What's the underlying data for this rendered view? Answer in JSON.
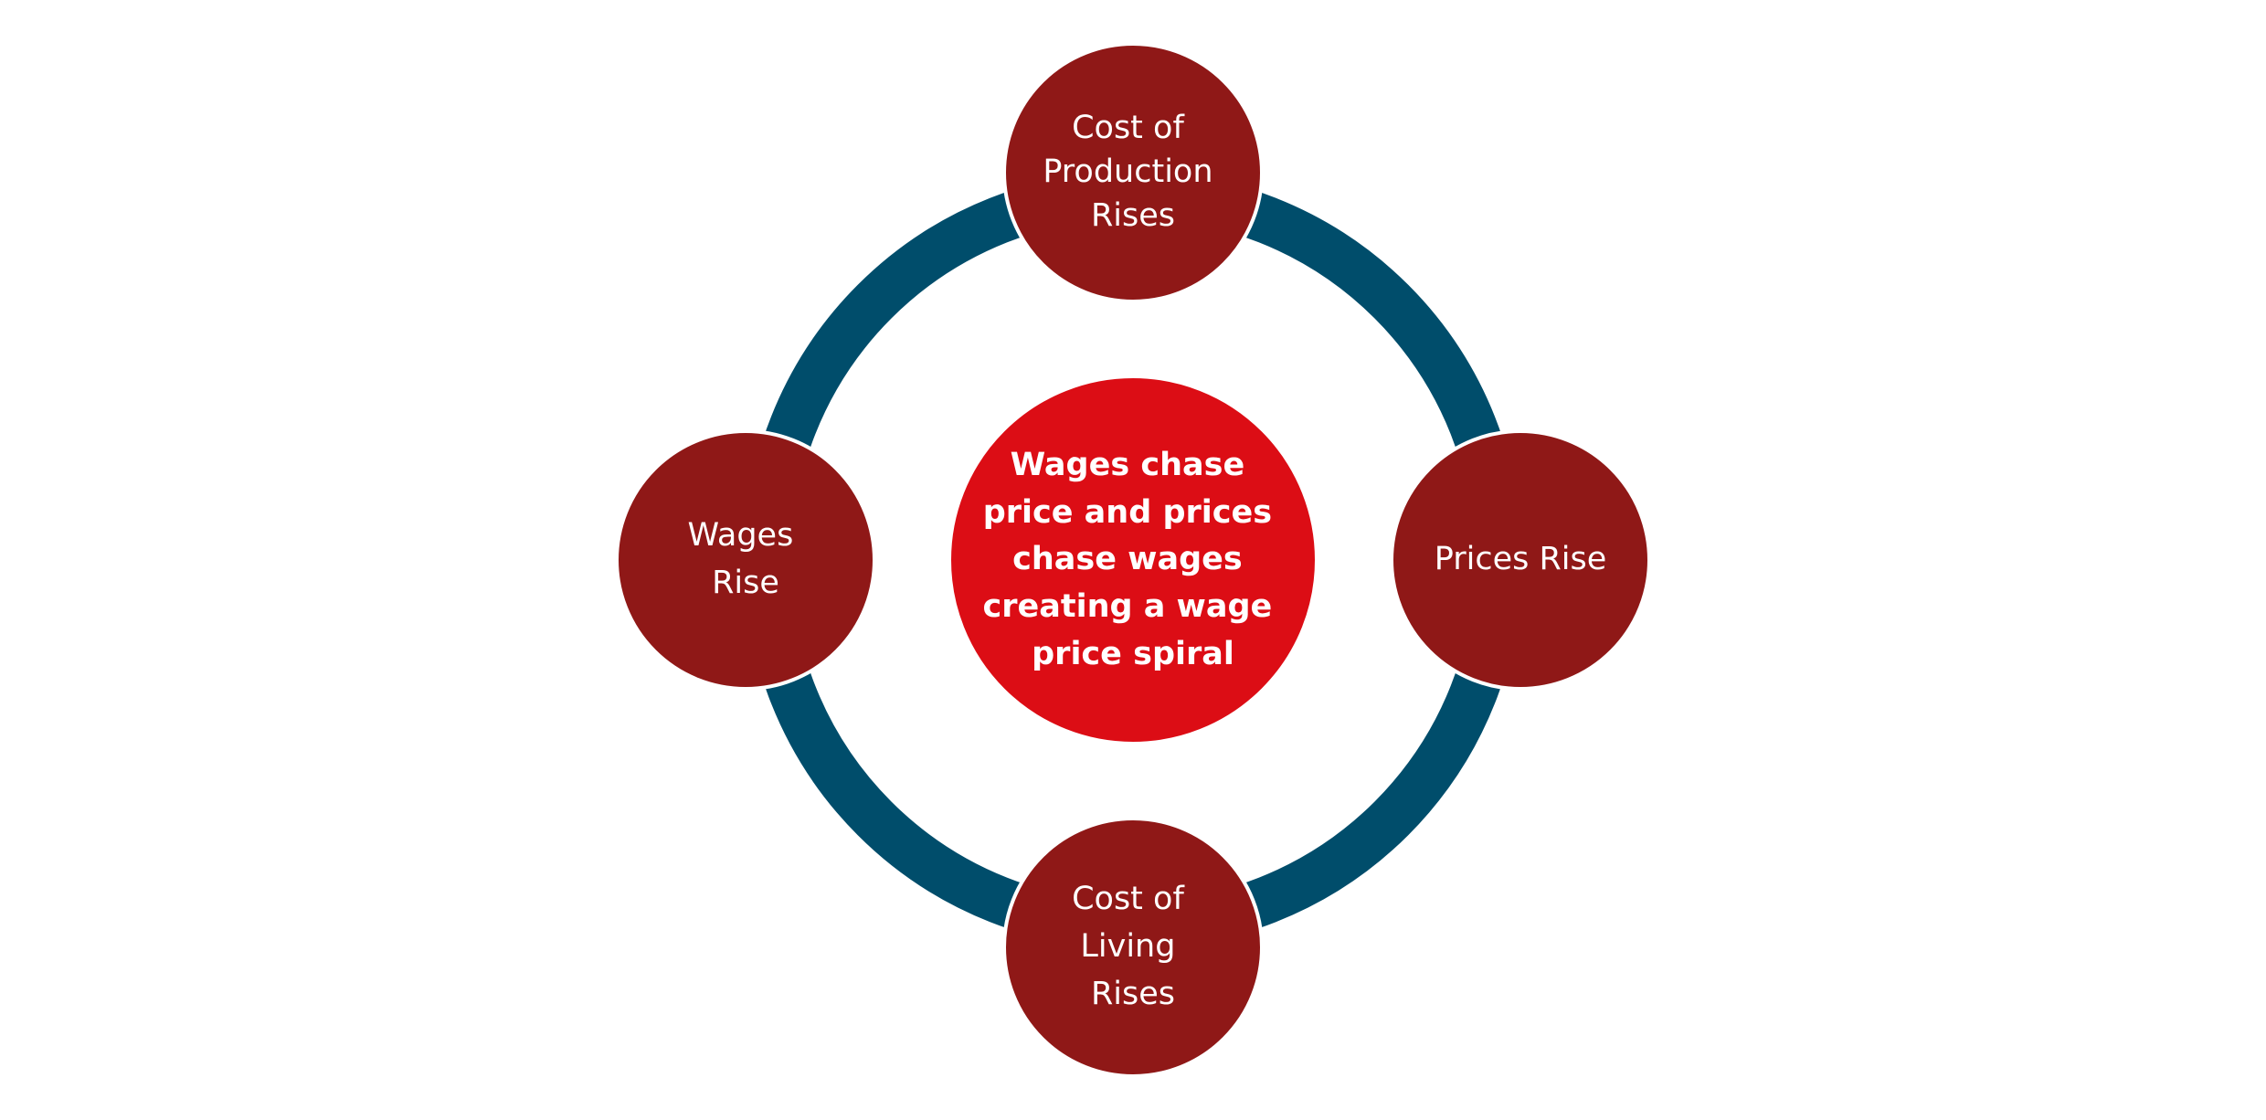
{
  "diagram": {
    "type": "cycle",
    "colors": {
      "ring": "#004d6b",
      "outer_node": "#8f1817",
      "center_node": "#dc0d15",
      "node_border": "#ffffff",
      "text": "#ffffff"
    },
    "center": {
      "lines": [
        "Wages chase",
        "price and prices",
        "chase wages",
        "creating a wage",
        "price spiral"
      ]
    },
    "nodes": [
      {
        "id": "top",
        "lines": [
          "Cost of",
          "Production",
          "Rises"
        ]
      },
      {
        "id": "right",
        "lines": [
          "Prices Rise"
        ]
      },
      {
        "id": "bottom",
        "lines": [
          "Cost of",
          "Living",
          "Rises"
        ]
      },
      {
        "id": "left",
        "lines": [
          "Wages",
          "Rise"
        ]
      }
    ]
  }
}
